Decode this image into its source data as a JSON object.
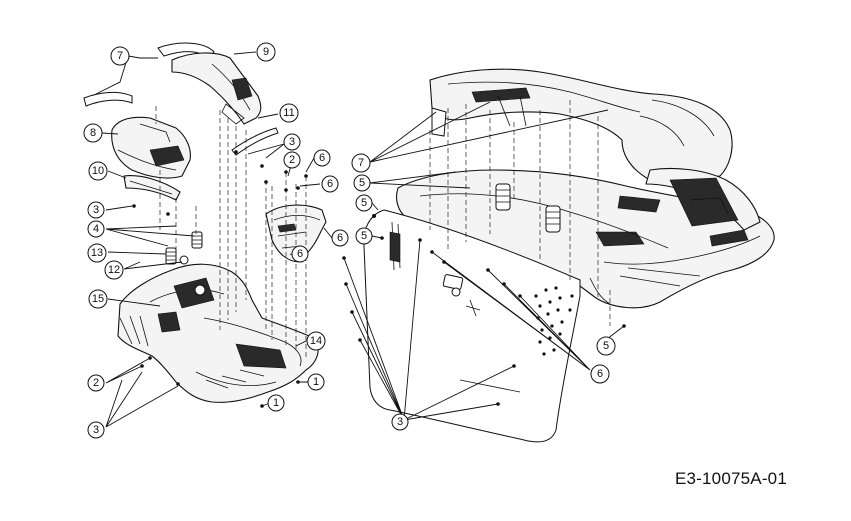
{
  "diagram": {
    "drawing_code": "E3-10075A-01",
    "callouts_left": [
      {
        "id": "c-7a",
        "label": "7"
      },
      {
        "id": "c-9",
        "label": "9"
      },
      {
        "id": "c-8",
        "label": "8"
      },
      {
        "id": "c-11",
        "label": "11"
      },
      {
        "id": "c-3a",
        "label": "3"
      },
      {
        "id": "c-2a",
        "label": "2"
      },
      {
        "id": "c-6a",
        "label": "6"
      },
      {
        "id": "c-10",
        "label": "10"
      },
      {
        "id": "c-6b",
        "label": "6"
      },
      {
        "id": "c-3b",
        "label": "3"
      },
      {
        "id": "c-4",
        "label": "4"
      },
      {
        "id": "c-6c",
        "label": "6"
      },
      {
        "id": "c-13",
        "label": "13"
      },
      {
        "id": "c-6d",
        "label": "6"
      },
      {
        "id": "c-12",
        "label": "12"
      },
      {
        "id": "c-15",
        "label": "15"
      },
      {
        "id": "c-14",
        "label": "14"
      },
      {
        "id": "c-2b",
        "label": "2"
      },
      {
        "id": "c-1a",
        "label": "1"
      },
      {
        "id": "c-1b",
        "label": "1"
      },
      {
        "id": "c-3c",
        "label": "3"
      }
    ],
    "callouts_right": [
      {
        "id": "c-7b",
        "label": "7"
      },
      {
        "id": "c-5a",
        "label": "5"
      },
      {
        "id": "c-5b",
        "label": "5"
      },
      {
        "id": "c-5c",
        "label": "5"
      },
      {
        "id": "c-5d",
        "label": "5"
      },
      {
        "id": "c-6e",
        "label": "6"
      },
      {
        "id": "c-3d",
        "label": "3"
      }
    ]
  }
}
